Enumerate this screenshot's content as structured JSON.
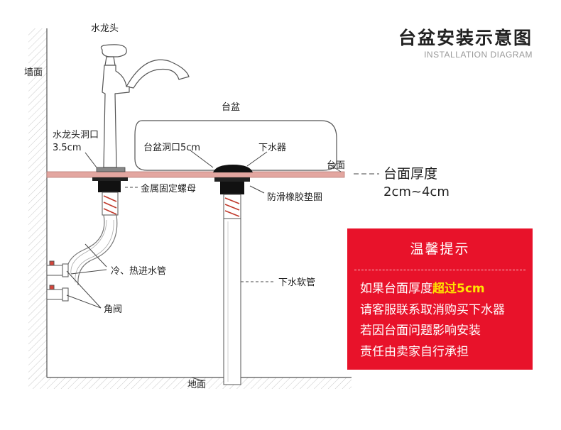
{
  "title": "台盆安装示意图",
  "subtitle": "INSTALLATION DIAGRAM",
  "labels": {
    "wall": "墙面",
    "faucet": "水龙头",
    "faucet_hole": "水龙头洞口",
    "faucet_hole_size": "3.5cm",
    "basin": "台盆",
    "basin_hole": "台盆洞口5cm",
    "drain": "下水器",
    "countertop": "台面",
    "thickness_title": "台面厚度",
    "thickness_range": "2cm~4cm",
    "nut": "金属固定螺母",
    "gasket": "防滑橡胶垫圈",
    "supply_pipe": "冷、热进水管",
    "angle_valve": "角阀",
    "drain_hose": "下水软管",
    "floor": "地面"
  },
  "tip": {
    "heading": "温馨提示",
    "line1_pre": "如果台面厚度",
    "line1_hl": "超过5cm",
    "line2": "请客服联系取消购买下水器",
    "line3": "若因台面问题影响安装",
    "line4": "责任由卖家自行承担"
  },
  "colors": {
    "tip_bg": "#e8122a",
    "tip_highlight": "#ffe400",
    "line": "#555555",
    "countertop": "#e3a6a0",
    "thread": "#c0392b"
  }
}
